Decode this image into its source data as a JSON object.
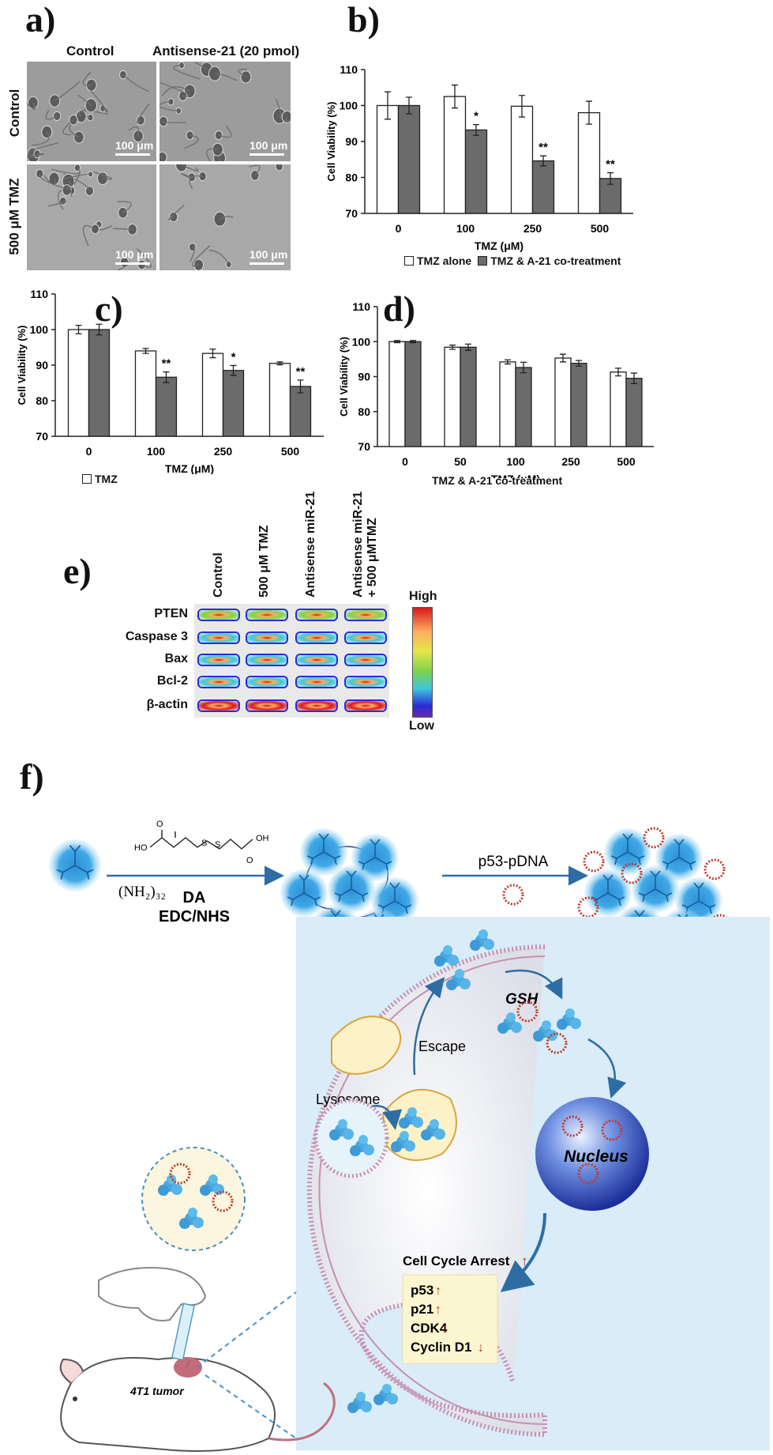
{
  "panels": {
    "a": {
      "label": "a)",
      "col_headers": [
        "Control",
        "Antisense-21 (20 pmol)"
      ],
      "row_headers": [
        "Control",
        "500 μM TMZ"
      ],
      "scale_bar": "100 μm"
    },
    "e": {
      "label": "e)",
      "columns": [
        "Control",
        "500 μM TMZ",
        "Antisense miR-21",
        "Antisense miR-21\n+ 500 μMTMZ"
      ],
      "rows": [
        "PTEN",
        "Caspase 3",
        "Bax",
        "Bcl-2",
        "β-actin"
      ],
      "scale_high": "High",
      "scale_low": "Low",
      "colors": {
        "high": "#d7191c",
        "mid": "#7fd34e",
        "low": "#2b2bd6"
      }
    },
    "f": {
      "label": "f)",
      "dendrimer_label": "(NH₂)₃₂",
      "reagent_top": "DA",
      "reagent_bottom": "EDC/NHS",
      "pdna_label": "p53-pDNA",
      "lysosome": "Lysosome",
      "escape": "Escape",
      "gsh": "GSH",
      "nucleus": "Nucleus",
      "cell_cycle": "Cell Cycle Arrest",
      "markers": [
        {
          "name": "p53",
          "dir": "up"
        },
        {
          "name": "p21",
          "dir": "up"
        },
        {
          "name": "CDK4",
          "dir": "down"
        },
        {
          "name": "Cyclin D1",
          "dir": "down"
        }
      ],
      "tumor_label": "4T1 tumor",
      "colors": {
        "particle": "#3fa9e6",
        "plasmid": "#c0392b",
        "cell_bg": "#d9ecf7"
      }
    }
  },
  "chart_data": [
    {
      "id": "b",
      "label": "b)",
      "type": "bar",
      "categories": [
        "0",
        "100",
        "250",
        "500"
      ],
      "series": [
        {
          "name": "TMZ alone",
          "values": [
            100,
            102.5,
            99.8,
            98
          ],
          "errors": [
            3.8,
            3.2,
            3.0,
            3.2
          ],
          "sig": [
            "",
            "",
            "",
            ""
          ]
        },
        {
          "name": "TMZ & A-21 co-treatment",
          "values": [
            100,
            93.2,
            84.6,
            79.7
          ],
          "errors": [
            2.3,
            1.5,
            1.4,
            1.6
          ],
          "sig": [
            "",
            "*",
            "**",
            "**"
          ]
        }
      ],
      "xlabel": "TMZ (μM)",
      "ylabel": "Cell Viability (%)",
      "ylim": [
        70,
        110
      ],
      "yticks": [
        70,
        80,
        90,
        100,
        110
      ],
      "legend": [
        "TMZ alone",
        "TMZ & A-21 co-treatment"
      ]
    },
    {
      "id": "c",
      "label": "c)",
      "type": "bar",
      "categories": [
        "0",
        "100",
        "250",
        "500"
      ],
      "series": [
        {
          "name": "TMZ",
          "values": [
            100,
            94,
            93.3,
            90.5
          ],
          "errors": [
            1.2,
            0.7,
            1.2,
            0.4
          ],
          "sig": [
            "",
            "",
            "",
            ""
          ]
        },
        {
          "name": "",
          "values": [
            100,
            86.6,
            88.5,
            84
          ],
          "errors": [
            1.5,
            1.5,
            1.4,
            1.8
          ],
          "sig": [
            "",
            "**",
            "*",
            "**"
          ]
        }
      ],
      "xlabel": "TMZ (μM)",
      "ylabel": "Cell Viability (%)",
      "ylim": [
        70,
        110
      ],
      "yticks": [
        70,
        80,
        90,
        100,
        110
      ],
      "legend": [
        "TMZ"
      ]
    },
    {
      "id": "d",
      "label": "d)",
      "type": "bar",
      "categories": [
        "0",
        "50",
        "100",
        "250",
        "500"
      ],
      "series": [
        {
          "name": "",
          "values": [
            100,
            98.4,
            94.2,
            95.3,
            91.3
          ],
          "errors": [
            0.3,
            0.6,
            0.6,
            1.1,
            1.1
          ],
          "sig": [
            "",
            "",
            "",
            "",
            ""
          ]
        },
        {
          "name": "",
          "values": [
            100,
            98.4,
            92.6,
            93.8,
            89.5
          ],
          "errors": [
            0.3,
            0.9,
            1.5,
            0.8,
            1.5
          ],
          "sig": [
            "",
            "",
            "",
            "",
            ""
          ]
        }
      ],
      "xlabel": "TMZ (μM)",
      "ylabel": "Cell Viability (%)",
      "ylim": [
        70,
        110
      ],
      "yticks": [
        70,
        80,
        90,
        100,
        110
      ],
      "caption": "TMZ & A-21 co-treatment"
    }
  ]
}
